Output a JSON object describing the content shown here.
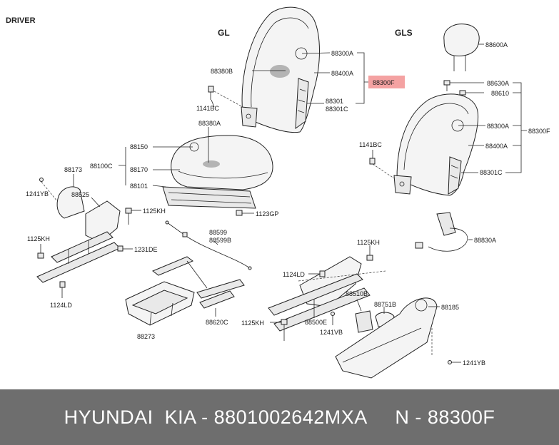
{
  "header": {
    "driver": "DRIVER",
    "gl": "GL",
    "gls": "GLS"
  },
  "labels": {
    "p88300A_gl": "88300A",
    "p88380B": "88380B",
    "p88400A_gl": "88400A",
    "p88300F_gl": "88300F",
    "p88301": "88301",
    "p88301C_gl": "88301C",
    "p1141BC_gl": "1141BC",
    "p88380A": "88380A",
    "p88150": "88150",
    "p88100C": "88100C",
    "p88170": "88170",
    "p88101": "88101",
    "p88173": "88173",
    "p88525": "88525",
    "p1241YB_left": "1241YB",
    "p1125KH_top": "1125KH",
    "p1123GP": "1123GP",
    "p1125KH_left": "1125KH",
    "p1231DE": "1231DE",
    "p1124LD_left": "1124LD",
    "p88599": "88599",
    "p88599B": "88599B",
    "p88273": "88273",
    "p88620C": "88620C",
    "p88600A": "88600A",
    "p88630A": "88630A",
    "p88610": "88610",
    "p88300A_gls": "88300A",
    "p88300F_gls": "88300F",
    "p1141BC_gls": "1141BC",
    "p88400A_gls": "88400A",
    "p88301C_gls": "88301C",
    "p88830A": "88830A",
    "p1125KH_right": "1125KH",
    "p1124LD_right": "1124LD",
    "p88510B": "88510B",
    "p88751B": "88751B",
    "p88185": "88185",
    "p88500E": "88500E",
    "p1125KH_bottom": "1125KH",
    "p1241VB": "1241VB",
    "p1241YB_right": "1241YB"
  },
  "colors": {
    "highlight": "#f4a2a2",
    "footer_bg": "#6e6e6e",
    "footer_text": "#ffffff"
  },
  "footer": {
    "text": "HYUNDAI  KIA - 8801002642MXA     N - 88300F"
  }
}
